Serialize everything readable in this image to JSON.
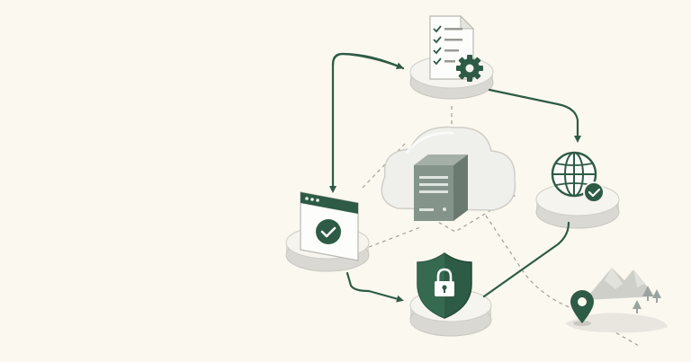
{
  "colors": {
    "background": "#fbf8ef",
    "accent": "#2e5b45",
    "accent_dark": "#244a37",
    "platform_top": "#f4f3ee",
    "platform_side": "#d7d6d0",
    "outline": "#c8c7c0",
    "dash": "#9e9c93",
    "cloud": "#eeeeeb",
    "server": "#86958c"
  },
  "nodes": [
    {
      "name": "config-document",
      "icon": "document-gear-icon"
    },
    {
      "name": "browser-window",
      "icon": "browser-check-icon"
    },
    {
      "name": "cloud-server",
      "icon": "server-icon"
    },
    {
      "name": "globe-network",
      "icon": "globe-check-icon"
    },
    {
      "name": "security-shield",
      "icon": "shield-lock-icon"
    },
    {
      "name": "location-landscape",
      "icon": "map-pin-icon"
    }
  ],
  "flows": [
    {
      "from": "browser-window",
      "to": "config-document"
    },
    {
      "from": "config-document",
      "to": "globe-network"
    },
    {
      "from": "browser-window",
      "to": "security-shield"
    },
    {
      "from": "security-shield",
      "to": "globe-network"
    }
  ]
}
